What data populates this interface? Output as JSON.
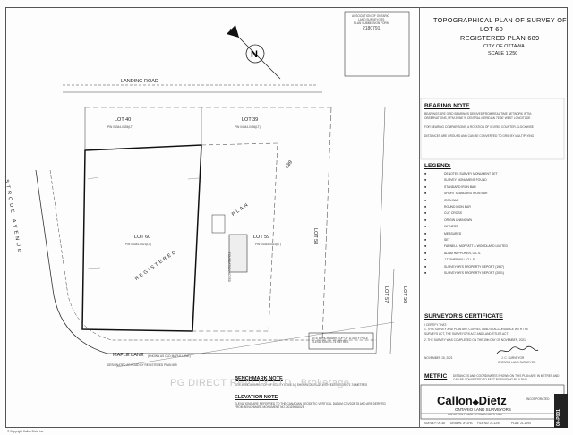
{
  "title": {
    "line1": "TOPOGRAPHICAL PLAN OF SURVEY OF",
    "line2": "LOT 60",
    "line3": "REGISTERED PLAN 689",
    "line4": "CITY OF OTTAWA",
    "scale": "SCALE 1:250"
  },
  "seal": {
    "line1": "ASSOCIATION OF ONTARIO",
    "line2": "LAND SURVEYORS",
    "line3": "PLAN SUBMISSION FORM",
    "line4": "2180791"
  },
  "plan": {
    "road_landing": "LANDING ROAD",
    "avenue": "STRODE AVENUE",
    "maple_lane": "MAPLE LANE",
    "maple_lane_sub": "(KNOWN AS OLD MAPLE LANE)",
    "lot40": "LOT 40",
    "lot40_pin": "PIN 04344-0435(LT)",
    "lot39": "LOT 39",
    "lot39_pin": "PIN 04344-0436(LT)",
    "lot60": "LOT 60",
    "lot60_pin": "PIN 04344-0421(LT)",
    "lot59": "LOT 59",
    "lot59_pin": "PIN 04344-0422(LT)",
    "lot58": "LOT 58",
    "lot57": "LOT 57",
    "lot56": "LOT 56",
    "registered": "REGISTERED",
    "plan_word": "PLAN",
    "plan_no": "689",
    "foundation": "FOUNDATION NOTED",
    "benchmark_note": "SITE BENCHMARK TOP OF UTILITY POLE ELEVATION=71.74 METRES",
    "road_note": "DESIGNATED AS ROAD BY REGISTERED PLAN 689"
  },
  "bearing_note": {
    "heading": "BEARING NOTE",
    "text1": "BEARINGS ARE GRID BEARINGS DERIVED FROM REAL TIME NETWORK (RTN)",
    "text2": "OBSERVATIONS, MTM ZONE 9, CENTRAL MERIDIAN 76°30' WEST LONGITUDE",
    "text3": "FOR BEARING COMPARISONS, A ROTATION OF 0°19'50\" COUNTER-CLOCKWISE",
    "text4": "DISTANCES ARE GROUND AND CAN BE CONVERTED TO GRID BY MULTIPLYING"
  },
  "legend": {
    "heading": "LEGEND:",
    "rows": [
      "DENOTES SURVEY MONUMENT SET",
      "SURVEY MONUMENT FOUND",
      "STANDARD IRON BAR",
      "SHORT STANDARD IRON BAR",
      "IRON BAR",
      "ROUND IRON BAR",
      "CUT CROSS",
      "ORIGIN UNKNOWN",
      "WITNESS",
      "MEASURED",
      "SET",
      "FARNELL, MOFFATT & WOODLAND LIMITED",
      "ADAM HAPPONEN, O.L.S.",
      "J.T. SHERWILL, O.L.S.",
      "SURVEYOR'S PROPERTY REPORT (1997)",
      "SURVEYOR'S PROPERTY REPORT (2021)"
    ]
  },
  "certificate": {
    "heading": "SURVEYOR'S CERTIFICATE",
    "line1": "I CERTIFY THAT:",
    "line2": "1. THIS SURVEY AND PLAN ARE CORRECT AND IN ACCORDANCE WITH THE",
    "line3": "SURVEYS ACT, THE SURVEYORS ACT AND LAND TITLES ACT",
    "line4": "2. THE SURVEY WAS COMPLETED ON THE 19th DAY OF NOVEMBER, 2021.",
    "date": "NOVEMBER 15, 2021",
    "surveyor": "J. C. SURVEYOR",
    "role": "ONTARIO LAND SURVEYOR"
  },
  "metric": {
    "heading": "METRIC",
    "text": "DISTANCES AND COORDINATES SHOWN ON THIS PLAN ARE IN METRES AND CAN BE CONVERTED TO FEET BY DIVIDING BY 0.3048"
  },
  "benchmark": {
    "heading": "BENCHMARK NOTE",
    "text": "SITE BENCHMARK: TOP OF UTILITY POLE AS SHOWN ON PLAN WITH ELEVATION=71.74 METRES"
  },
  "elevation": {
    "heading": "ELEVATION NOTE",
    "text": "ELEVATIONS ARE REFERRED TO THE CANADIAN GEODETIC VERTICAL DATUM CGVD28-78 AND ARE DERIVED FROM BENCHMARK MONUMENT NO. 0011968U025"
  },
  "firm": {
    "name_a": "Callon",
    "name_b": "Dietz",
    "incorporated": "INCORPORATED",
    "sub": "ONTARIO LAND SURVEYORS",
    "places": "CARLETON PLACE    OTTAWA    NORTH BAY"
  },
  "footer": {
    "survey": "SURVEY: 09-48",
    "drawn": "DRAWN: JH-JHS",
    "file": "FILE NO: 21-1294",
    "plan": "PLAN: 21-1294",
    "side": "00-P001"
  },
  "watermark": "PG DIRECT REALTY LTD., Brokerage",
  "copyright": "© Copyright Callon Dietz Inc."
}
